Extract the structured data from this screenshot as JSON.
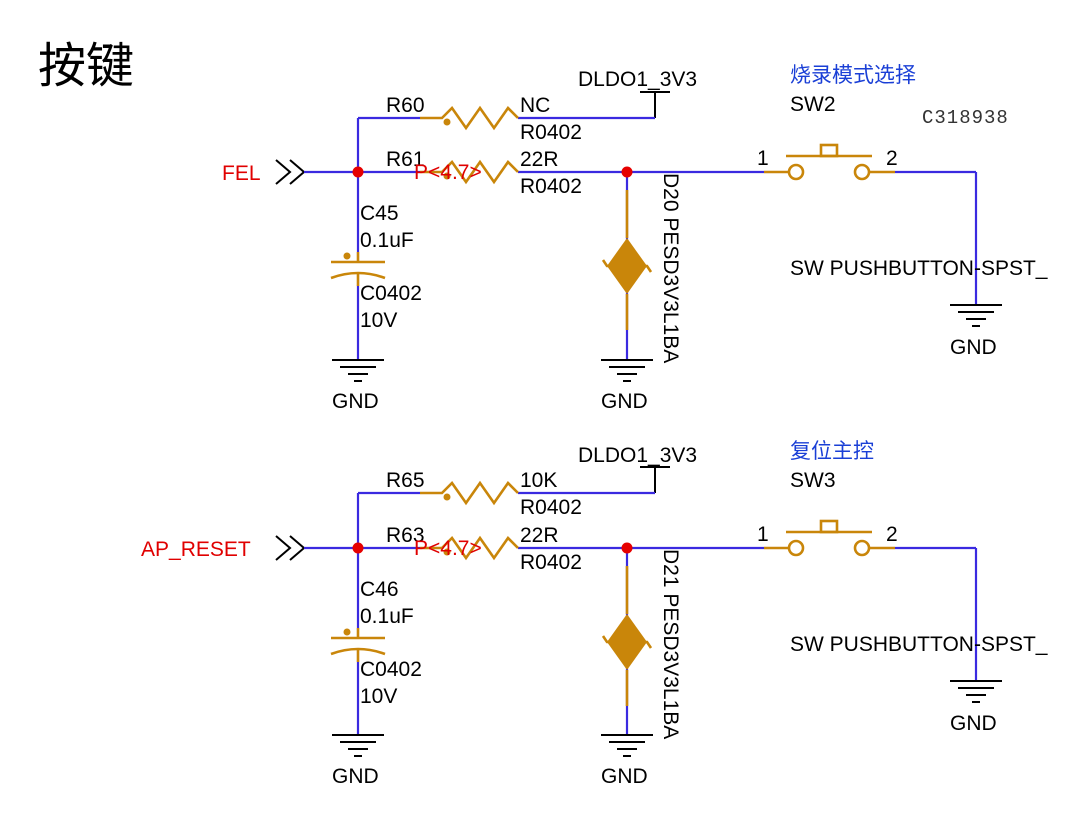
{
  "title": "按键",
  "power_net": "DLDO1_3V3",
  "ground_label": "GND",
  "circuits": [
    {
      "input_net": "FEL",
      "upper_resistor": {
        "ref": "R60",
        "value": "NC",
        "package": "R0402"
      },
      "series_resistor": {
        "ref": "R61",
        "marker": "P<4.7>",
        "value": "22R",
        "package": "R0402"
      },
      "capacitor": {
        "ref": "C45",
        "value": "0.1uF",
        "package": "C0402",
        "voltage": "10V"
      },
      "diode": {
        "label": "D20  PESD3V3L1BA"
      },
      "switch": {
        "function": "烧录模式选择",
        "ref": "SW2",
        "part_code": "C318938",
        "pin1": "1",
        "pin2": "2",
        "type": "SW PUSHBUTTON-SPST_"
      }
    },
    {
      "input_net": "AP_RESET",
      "upper_resistor": {
        "ref": "R65",
        "value": "10K",
        "package": "R0402"
      },
      "series_resistor": {
        "ref": "R63",
        "marker": "P<4.7>",
        "value": "22R",
        "package": "R0402"
      },
      "capacitor": {
        "ref": "C46",
        "value": "0.1uF",
        "package": "C0402",
        "voltage": "10V"
      },
      "diode": {
        "label": "D21  PESD3V3L1BA"
      },
      "switch": {
        "function": "复位主控",
        "ref": "SW3",
        "pin1": "1",
        "pin2": "2",
        "type": "SW PUSHBUTTON-SPST_"
      }
    }
  ],
  "colors": {
    "wire": "#3a2ae0",
    "component": "#c9860a",
    "net_label": "#e00000",
    "junction": "#e60000",
    "annotation": "#1a3fd6"
  }
}
